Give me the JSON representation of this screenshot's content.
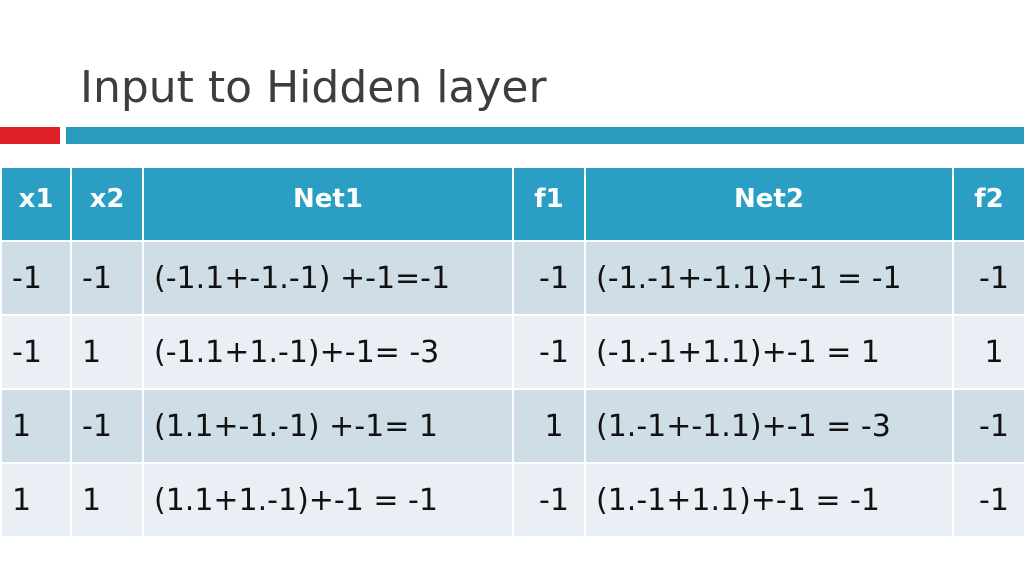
{
  "slide": {
    "title": "Input to Hidden layer",
    "accent_colors": {
      "red": "#dd1f26",
      "teal": "#2a9bbd",
      "header": "#2a9fc3"
    }
  },
  "table": {
    "headers": [
      "x1",
      "x2",
      "Net1",
      "f1",
      "Net2",
      "f2"
    ],
    "rows": [
      [
        "-1",
        "-1",
        "(-1.1+-1.-1) +-1=-1",
        "-1",
        "(-1.-1+-1.1)+-1 = -1",
        "-1"
      ],
      [
        "-1",
        "1",
        "(-1.1+1.-1)+-1= -3",
        "-1",
        "(-1.-1+1.1)+-1 = 1",
        "1"
      ],
      [
        "1",
        "-1",
        "(1.1+-1.-1) +-1= 1",
        "1",
        "(1.-1+-1.1)+-1 = -3",
        "-1"
      ],
      [
        "1",
        "1",
        "(1.1+1.-1)+-1 = -1",
        "-1",
        "(1.-1+1.1)+-1 = -1",
        "-1"
      ]
    ]
  }
}
